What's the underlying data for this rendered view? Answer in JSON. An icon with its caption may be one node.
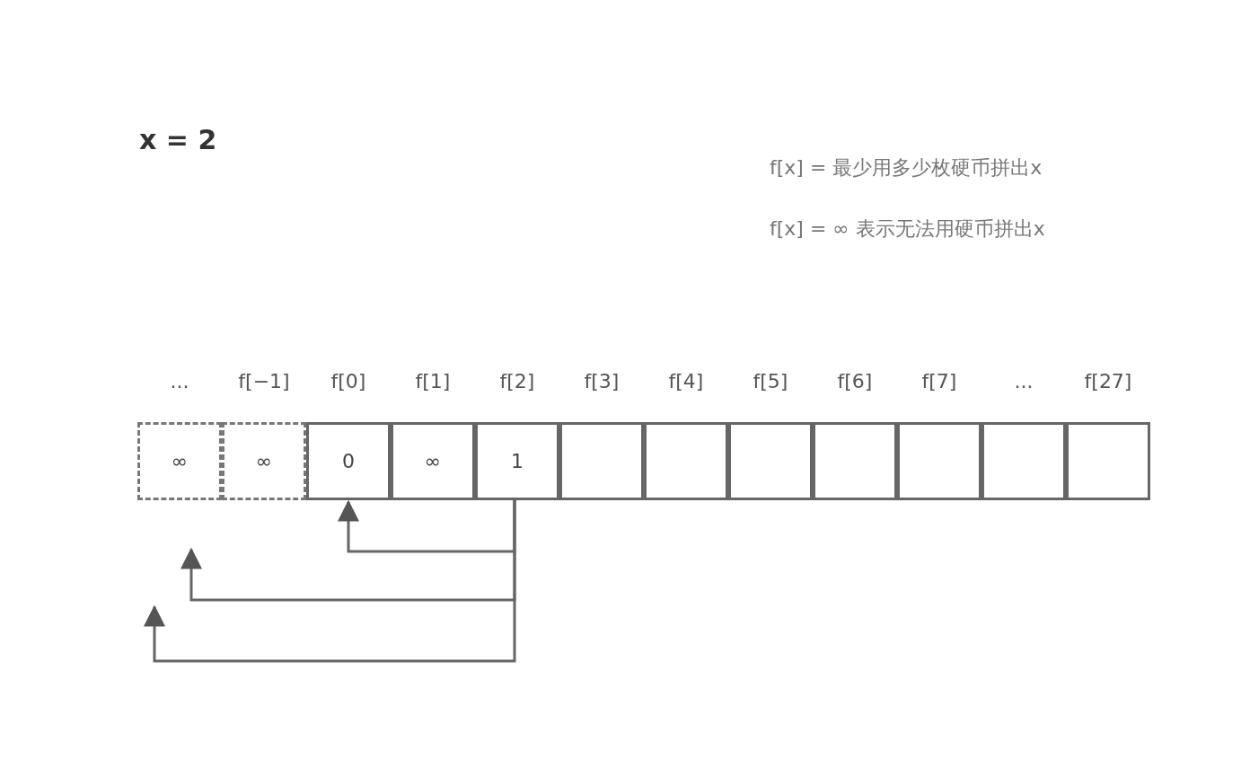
{
  "diagram": {
    "nodes": [
      {
        "text": [
          "...",
          "∞"
        ]
      },
      {
        "text": [
          "f[−1]",
          "∞"
        ]
      },
      {
        "text": [
          "f[0]",
          "0"
        ]
      },
      {
        "text": [
          "f[1]",
          "∞"
        ]
      },
      {
        "text": [
          "f[2]",
          "1"
        ]
      },
      {
        "text": [
          "f[3]"
        ]
      },
      {
        "text": [
          "f[4]"
        ]
      },
      {
        "text": [
          "f[5]"
        ]
      },
      {
        "text": [
          "f[6]"
        ]
      },
      {
        "text": [
          "f[7]"
        ]
      },
      {
        "text": [
          "..."
        ]
      },
      {
        "text": [
          "f[27]"
        ]
      }
    ],
    "edges": [
      {
        "from": 4,
        "to": 2,
        "arrow": "to"
      },
      {
        "from": 4,
        "to": null,
        "arrow": "to"
      },
      {
        "from": 4,
        "to": null,
        "arrow": "to"
      }
    ],
    "labels": [
      "x = 2",
      "f[x] = 最少用多少枚硬币拼出x",
      "f[x] = ∞ 表示无法用硬币拼出x"
    ]
  }
}
